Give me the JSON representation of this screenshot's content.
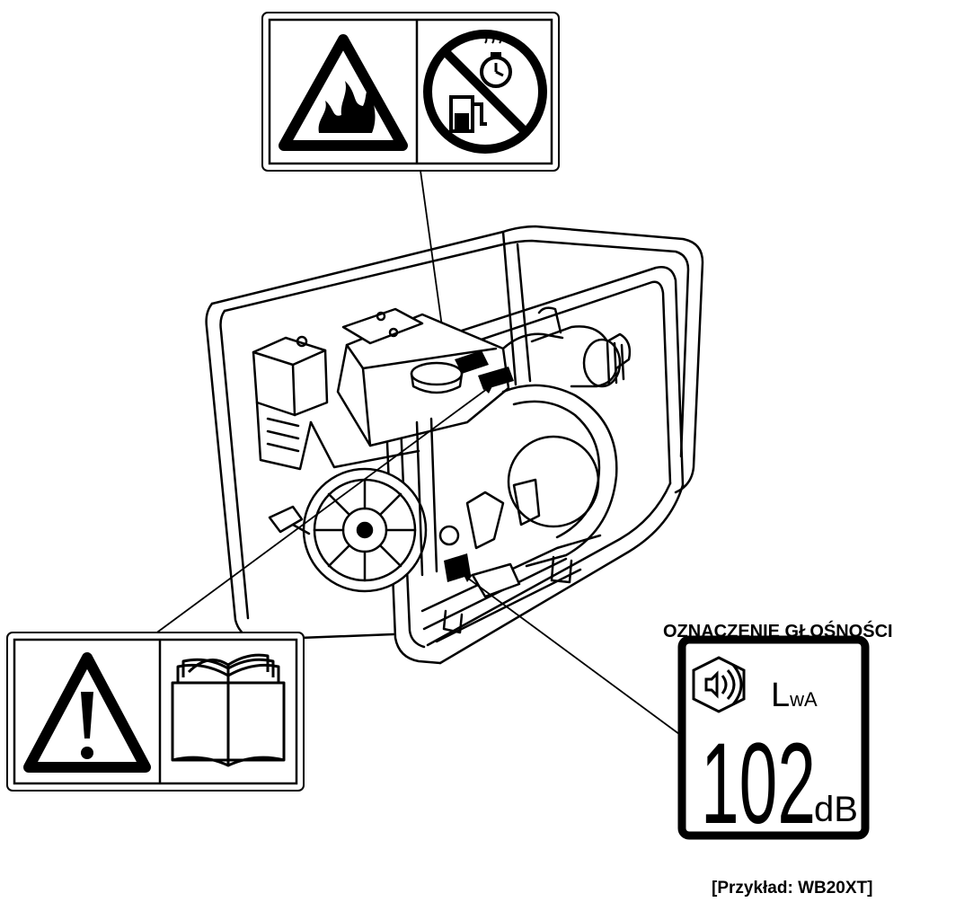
{
  "noise_label": {
    "title": "OZNACZENIE GŁOŚNOŚCI",
    "symbol": "Lwa",
    "level_value": "102",
    "level_unit": "dB"
  },
  "example_caption": "[Przykład: WB20XT]",
  "icons": {
    "top_label_left": "fire-warning-icon",
    "top_label_right": "no-refuel-while-hot-icon",
    "bottom_label_left": "exclamation-warning-icon",
    "bottom_label_right": "read-manual-book-icon",
    "noise_label_icon": "sound-hexagon-icon"
  },
  "colors": {
    "ink": "#000000",
    "paper": "#ffffff"
  }
}
